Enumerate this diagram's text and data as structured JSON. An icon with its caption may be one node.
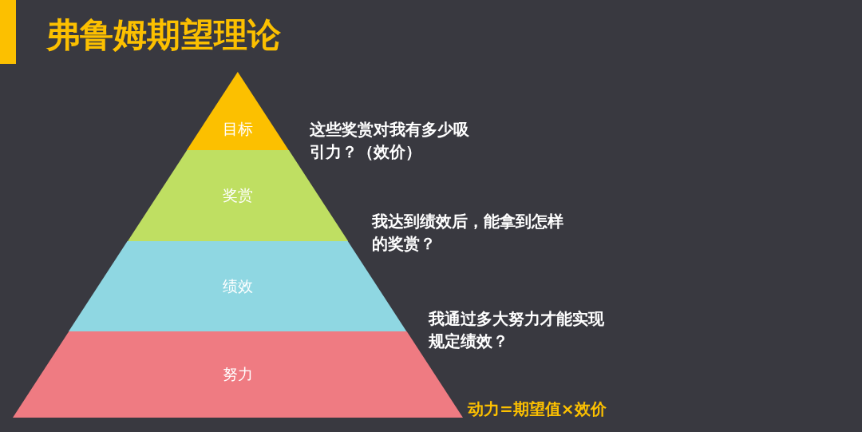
{
  "diagram": {
    "title": "弗鲁姆期望理论",
    "nodes": [
      {
        "text": [
          "目标"
        ]
      },
      {
        "text": [
          "奖赏"
        ]
      },
      {
        "text": [
          "绩效"
        ]
      },
      {
        "text": [
          "努力"
        ]
      }
    ],
    "labels": [
      "这些奖赏对我有多少吸引力？（效价）",
      "我达到绩效后，能拿到怎样的奖赏？",
      "我通过多大努力才能实现规定绩效？",
      "动力=期望值×效价"
    ]
  }
}
